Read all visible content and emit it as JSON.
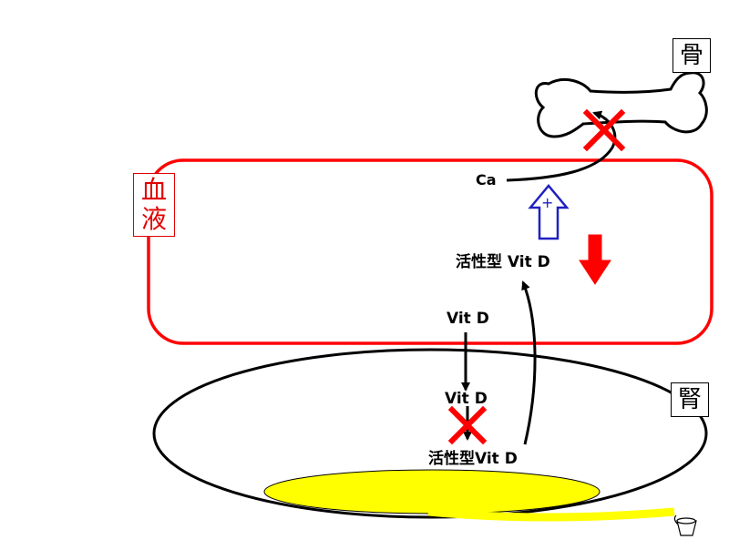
{
  "labels": {
    "bone": "骨",
    "blood_line1": "血",
    "blood_line2": "液",
    "kidney": "腎",
    "calcium": "Ca",
    "active_vitd_blood": "活性型 Vit D",
    "vitd_blood": "Vit D",
    "vitd_kidney": "Vit D",
    "active_vitd_kidney": "活性型Vit D",
    "plus_sign": "+"
  },
  "colors": {
    "blood_border": "#ff0000",
    "blocked_cross": "#ff0000",
    "decrease_arrow": "#ff0000",
    "promote_arrow": "#2020c0",
    "urine": "#ffff00",
    "outline": "#000000"
  }
}
